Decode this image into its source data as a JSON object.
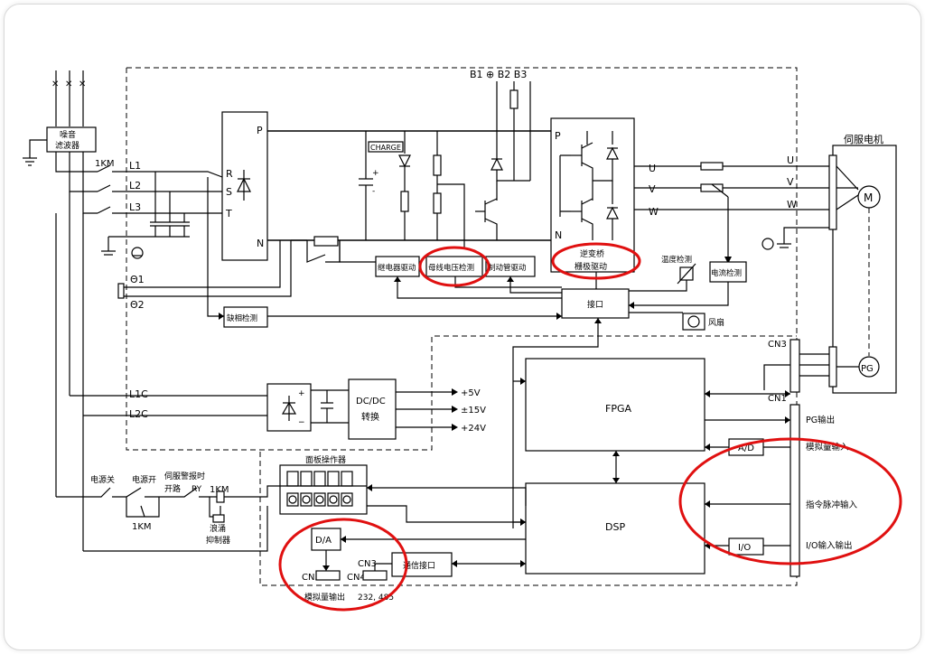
{
  "labels": {
    "noise_filter_1": "噪音",
    "noise_filter_2": "滤波器",
    "km_top": "1KM",
    "l1": "L1",
    "l2": "L2",
    "l3": "L3",
    "r": "R",
    "s": "S",
    "t": "T",
    "p": "P",
    "n": "N",
    "theta1": "Θ1",
    "theta2": "Θ2",
    "charge": "CHARGE",
    "b_terminals": "B1 ⊕ B2 B3",
    "p2": "P",
    "n2": "N",
    "u": "U",
    "v": "V",
    "w": "W",
    "motor_title": "伺服电机",
    "motor_u": "U",
    "motor_v": "V",
    "motor_w": "W",
    "motor_m": "M",
    "relay_drive": "继电器驱动",
    "bus_voltage": "母线电压检测",
    "brake_drive": "制动管驱动",
    "inverter_1": "逆变桥",
    "inverter_2": "栅极驱动",
    "temp_detect": "温度检测",
    "current_detect": "电流检测",
    "interface": "接口",
    "phase_loss": "缺相检测",
    "fan": "风扇",
    "cn3_top": "CN3",
    "pg": "PG",
    "cn1": "CN1",
    "l1c": "L1C",
    "l2c": "L2C",
    "dcdc_1": "DC/DC",
    "dcdc_2": "转换",
    "v5": "+5V",
    "v15": "±15V",
    "v24": "+24V",
    "fpga": "FPGA",
    "pg_out": "PG输出",
    "ad": "A/D",
    "analog_in": "模拟量输入",
    "panel": "面板操作器",
    "pulse_in": "指令脉冲输入",
    "power_off": "电源关",
    "power_on": "电源开",
    "alarm_1": "伺服警报时",
    "alarm_2": "开路",
    "ry": "RY",
    "km_mid": "1KM",
    "km_bottom": "1KM",
    "surge_1": "浪涌",
    "surge_2": "抑制器",
    "dsp": "DSP",
    "io": "I/O",
    "io_in_out": "I/O输入输出",
    "da": "D/A",
    "cn5": "CN5",
    "cn4": "CN4",
    "cn3_bottom": "CN3",
    "comm": "通信接口",
    "analog_out": "模拟量输出",
    "rs": "232, 485"
  },
  "colors": {
    "highlight": "#e01010",
    "line": "#000000",
    "frame": "#d9d9d9"
  }
}
